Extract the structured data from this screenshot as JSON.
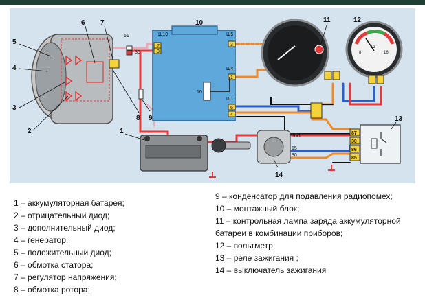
{
  "diagram": {
    "callouts": [
      "1",
      "2",
      "3",
      "4",
      "5",
      "6",
      "7",
      "8",
      "9",
      "10",
      "11",
      "12",
      "13",
      "14"
    ],
    "terminals": {
      "b61": "61",
      "b30": "30",
      "w10": "Ш10",
      "w5": "Ш5",
      "w4": "Ш4",
      "w1": "Ш1",
      "p7": "7",
      "p3a": "3",
      "p1": "1",
      "p3b": "3",
      "p6": "6",
      "p4": "4",
      "r87": "87",
      "r30": "30",
      "r86": "86",
      "r85": "85",
      "k30_1": "30/1",
      "k15": "15",
      "k30": "30",
      "fuse": "10"
    },
    "voltmeter_scale": [
      "8",
      "12",
      "16"
    ],
    "colors": {
      "background": "#d4e3ee",
      "block": "#5ea8dc",
      "wire_red": "#e23a3a",
      "wire_orange": "#f08a24",
      "wire_blue": "#2a5fd0",
      "wire_pink": "#f3a7b4",
      "connector": "#f4d23a"
    }
  },
  "legend": {
    "left": [
      "1 – аккумуляторная батарея;",
      "2 – отрицательный диод;",
      "3 – дополнительный диод;",
      "4 – генератор;",
      "5 – положительный диод;",
      "6 – обмотка статора;",
      "7 – регулятор напряжения;",
      "8 – обмотка ротора;"
    ],
    "right": [
      "9 – конденсатор для подавления радиопомех;",
      "10 – монтажный блок;",
      "11 – контрольная лампа заряда аккумуляторной батареи в комбинации приборов;",
      "12 – вольтметр;",
      "13 – реле зажигания ;",
      "14 – выключатель зажигания"
    ]
  }
}
